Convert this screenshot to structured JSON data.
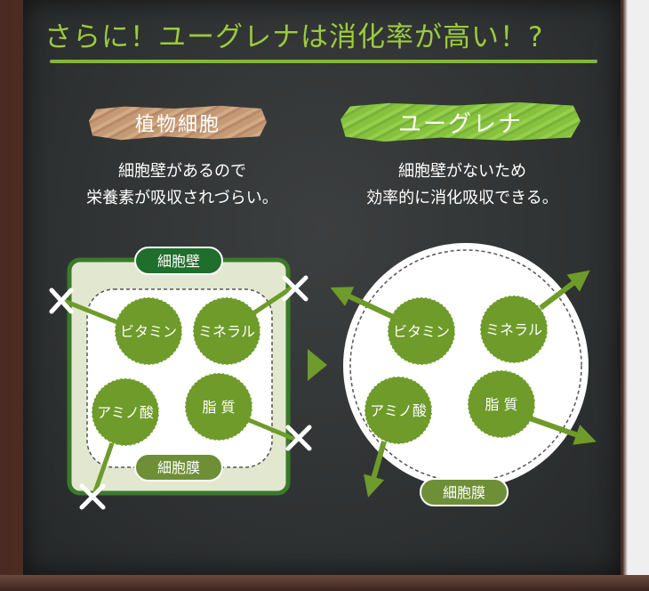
{
  "title": "さらに！ユーグレナは消化率が高い！?",
  "plant": {
    "label": "植物細胞",
    "desc_line1": "細胞壁があるので",
    "desc_line2": "栄養素が吸収されづらい。",
    "wall_label": "細胞壁",
    "membrane_label": "細胞膜",
    "nutrients": [
      "ビタミン",
      "ミネラル",
      "アミノ酸",
      "脂 質"
    ]
  },
  "euglena": {
    "label": "ユーグレナ",
    "desc_line1": "細胞壁がないため",
    "desc_line2": "効率的に消化吸収できる。",
    "membrane_label": "細胞膜",
    "nutrients": [
      "ビタミン",
      "ミネラル",
      "アミノ酸",
      "脂 質"
    ]
  },
  "colors": {
    "chalkboard": "#2f3232",
    "frame": "#5a3428",
    "green": "#6e9b2a",
    "accent_green": "#8bc53f",
    "beige": "#c49a74",
    "wall_fill": "#e2e8cf",
    "wall_border": "#3a7a2a",
    "dark_green_tag": "#1f6e2c"
  },
  "icons": [
    "cross-icon",
    "arrow-icon",
    "play-triangle-icon"
  ]
}
